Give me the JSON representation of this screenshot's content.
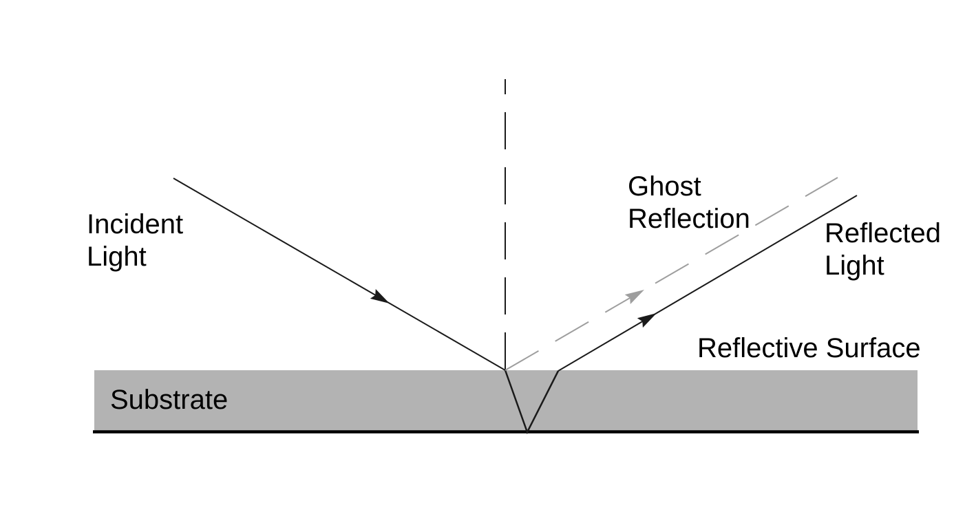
{
  "diagram": {
    "labels": {
      "incident_light": "Incident\nLight",
      "ghost_reflection": "Ghost\nReflection",
      "reflected_light": "Reflected\nLight",
      "reflective_surface": "Reflective Surface",
      "substrate": "Substrate"
    },
    "colors": {
      "background": "#ffffff",
      "ray_line": "#1a1a1a",
      "normal_line": "#1a1a1a",
      "ghost_ray": "#9e9e9e",
      "substrate_fill": "#b3b3b3",
      "substrate_bottom_line": "#000000",
      "text": "#000000"
    }
  }
}
